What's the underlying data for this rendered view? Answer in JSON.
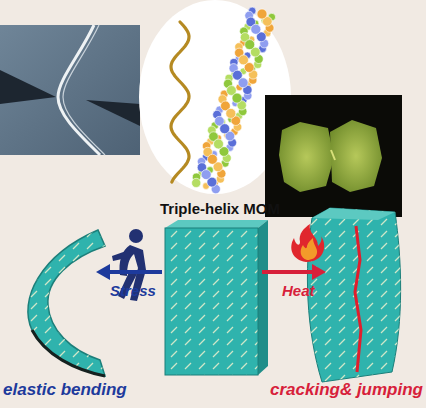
{
  "diagram": {
    "labels": [
      "Triple-helix MOM",
      "Stress",
      "Heat",
      "elastic bending",
      "cracking& jumping"
    ]
  }
}
